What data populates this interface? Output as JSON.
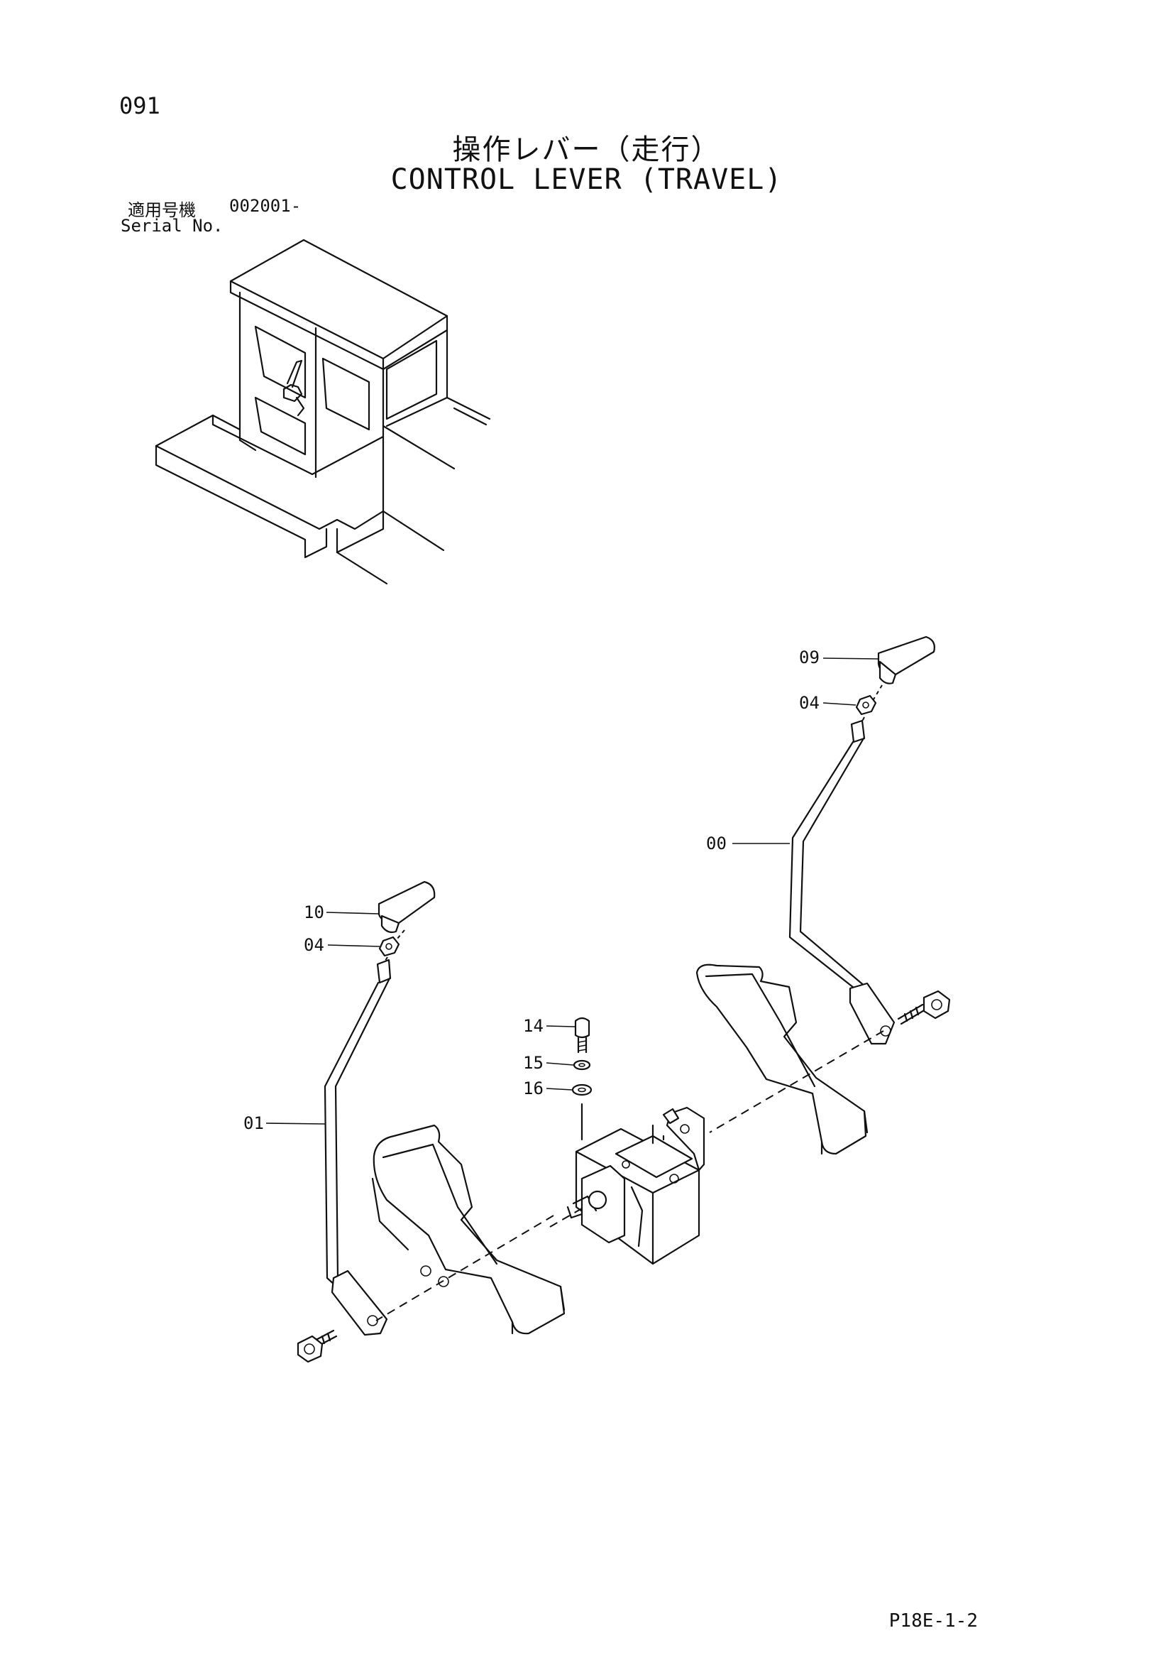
{
  "header": {
    "page_number": "091",
    "title_jp": "操作レバー（走行）",
    "title_en": "CONTROL LEVER (TRAVEL)",
    "serial_label_jp": "適用号機",
    "serial_value": "002001-",
    "serial_label_en": "Serial No."
  },
  "callouts": [
    {
      "id": "09"
    },
    {
      "id": "04"
    },
    {
      "id": "00"
    },
    {
      "id": "10"
    },
    {
      "id": "04"
    },
    {
      "id": "14"
    },
    {
      "id": "15"
    },
    {
      "id": "16"
    },
    {
      "id": "01"
    }
  ],
  "footer": {
    "reference": "P18E-1-2"
  }
}
